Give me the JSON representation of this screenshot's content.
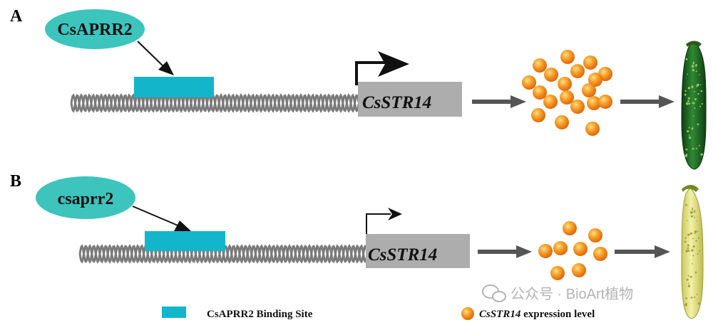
{
  "panels": {
    "a": {
      "letter": "A",
      "regulator_label": "CsAPRR2",
      "gene_label": "CsSTR14",
      "expression": "high",
      "fruit": "dark green cucumber"
    },
    "b": {
      "letter": "B",
      "regulator_label": "csaprr2",
      "gene_label": "CsSTR14",
      "expression": "low",
      "fruit": "pale yellow-green cucumber"
    }
  },
  "legend": {
    "binding_site_label": "CsAPRR2 Binding Site",
    "expression_gene": "CsSTR14",
    "expression_suffix": " expression level"
  },
  "watermark": "公众号 · BioArt植物",
  "colors": {
    "regulator_fill": "#3cc4bd",
    "binding_site_fill": "#13b5cb",
    "gene_box_fill": "#adadad",
    "helix_stroke": "#7a7a7a",
    "flow_arrow": "#555555",
    "dot_fill": "#f59a1e",
    "fruit_dark": "#1f6b24",
    "fruit_pale": "#e6e48a"
  }
}
